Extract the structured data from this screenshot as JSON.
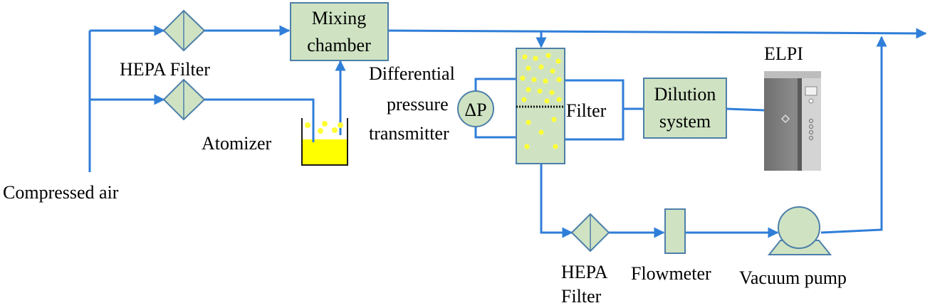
{
  "labels": {
    "compressed_air": "Compressed air",
    "hepa_filter_top": "HEPA Filter",
    "hepa_filter_bottom_line1": "HEPA",
    "hepa_filter_bottom_line2": "Filter",
    "atomizer": "Atomizer",
    "mixing_chamber_line1": "Mixing",
    "mixing_chamber_line2": "chamber",
    "dp_line1": "Differential",
    "dp_line2": "pressure",
    "dp_line3": "transmitter",
    "dp_symbol": "ΔP",
    "filter": "Filter",
    "dilution_line1": "Dilution",
    "dilution_line2": "system",
    "elpi": "ELPI",
    "flowmeter": "Flowmeter",
    "vacuum_pump": "Vacuum pump"
  },
  "colors": {
    "flow_line": "#2f7ed8",
    "component_fill": "#cfe3c3",
    "component_stroke": "#4d7fa8",
    "particle": "#ffff33",
    "liquid": "#ffff00"
  }
}
